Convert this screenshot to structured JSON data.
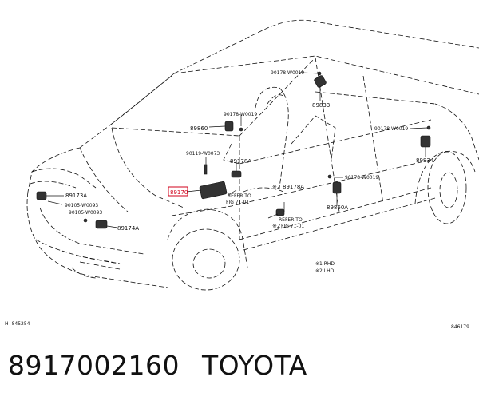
{
  "labels": {
    "p90178_1": "90178-W0019",
    "p90178_2": "90178-W0019",
    "p90178_3": "90178-W0019",
    "p90178_4": "90178-W0019",
    "p89833": "89833",
    "p89860": "89860",
    "p90119": "90119-W0073",
    "p89178A_1": "89178A",
    "p89178A_2": "89178A",
    "p89170": "89170",
    "p89173A": "89173A",
    "p90105_1": "90105-W0093",
    "p90105_2": "90105-W0093",
    "p89174A": "89174A",
    "p89860A": "89860A",
    "p89834": "89834",
    "refer1_a": "REFER TO",
    "refer1_b": "FIG 71-01",
    "refer2_a": "REFER TO",
    "refer2_b": "FIG 71-01",
    "mark2a": "※2",
    "mark2b": "※2",
    "legend1": "※1 RHD",
    "legend2": "※2 LHD",
    "left_code": "H- 845254",
    "right_code": "846179"
  },
  "caption": {
    "part_number": "8917002160",
    "brand": "TOYOTA"
  },
  "colors": {
    "highlight": "#d0021b",
    "ink": "#111111"
  }
}
